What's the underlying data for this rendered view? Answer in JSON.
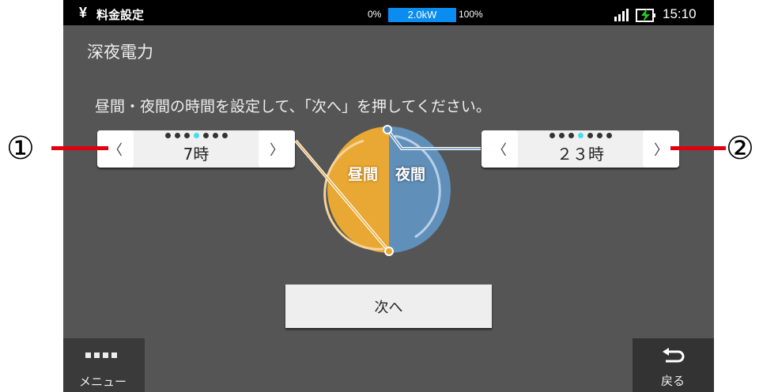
{
  "status": {
    "app_icon": "yen-icon",
    "app_title": "料金設定",
    "meter_min": "0%",
    "meter_value": "2.0kW",
    "meter_max": "100%",
    "time": "15:10",
    "signal_icon": "signal-icon",
    "battery_icon": "battery-charging-icon"
  },
  "title": "深夜電力",
  "instruction": "昼間・夜間の時間を設定して、「次へ」を押してください。",
  "day_selector": {
    "value": "7時",
    "prev": "〈",
    "next": "〉",
    "active_dot": 3,
    "dot_count": 7
  },
  "night_selector": {
    "value": "２３時",
    "prev": "〈",
    "next": "〉",
    "active_dot": 3,
    "dot_count": 7
  },
  "clock": {
    "day_label": "昼間",
    "night_label": "夜間",
    "day_color": "#e8a833",
    "night_color": "#6090ba"
  },
  "next_button": "次へ",
  "menu_button": {
    "label": "メニュー",
    "icon": "grid-icon"
  },
  "back_button": {
    "label": "戻る",
    "icon": "return-arrow-icon"
  },
  "callouts": [
    "①",
    "②"
  ]
}
